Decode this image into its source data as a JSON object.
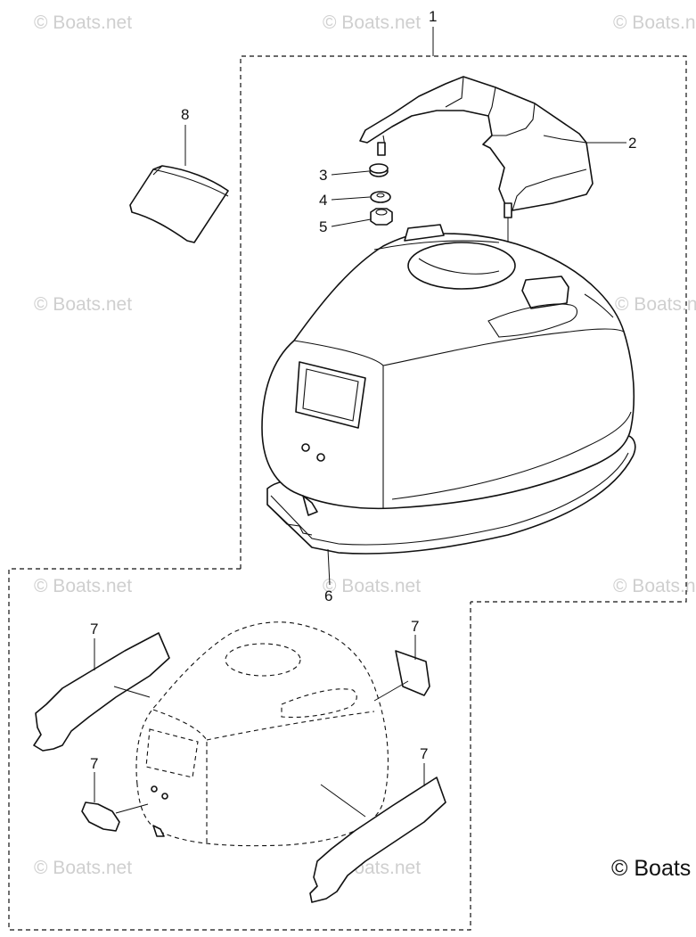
{
  "watermark": "© Boats.net",
  "copyright": "© Boats",
  "callouts": {
    "c1": "1",
    "c2": "2",
    "c3": "3",
    "c4": "4",
    "c5": "5",
    "c6": "6",
    "c7a": "7",
    "c7b": "7",
    "c7c": "7",
    "c7d": "7",
    "c8": "8"
  }
}
